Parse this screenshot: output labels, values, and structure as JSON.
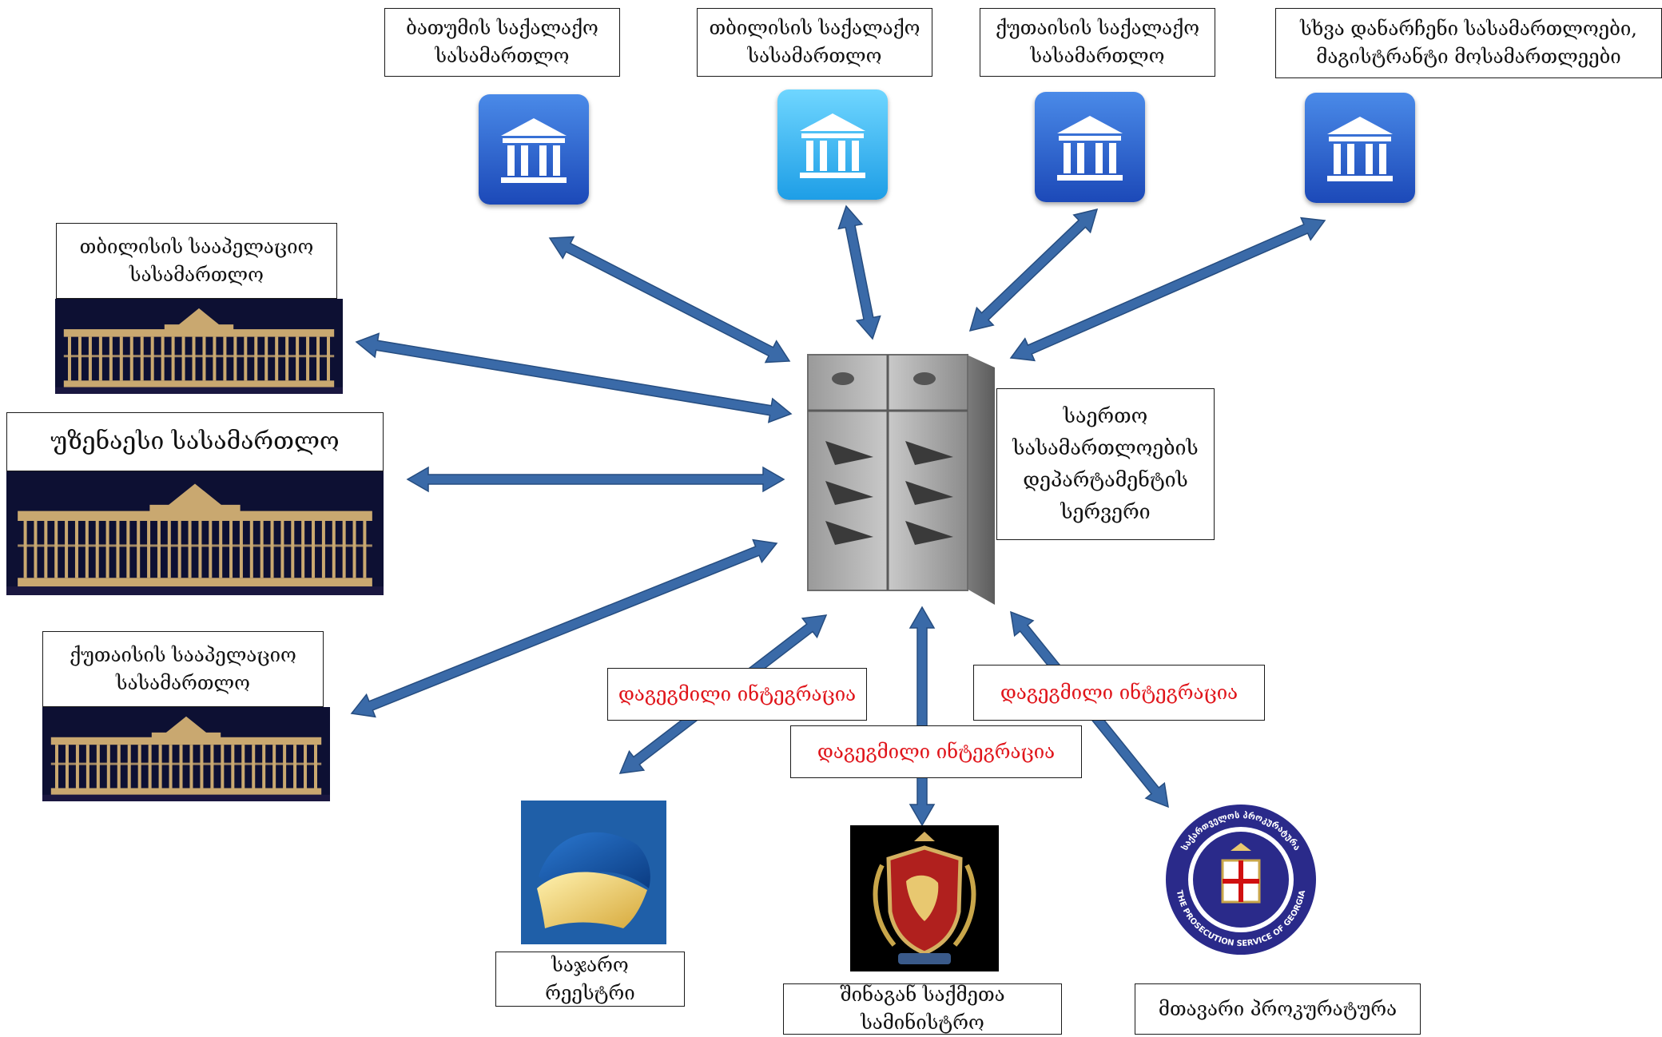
{
  "nodes": {
    "batumi_city_court": "ბათუმის საქალაქო სასამართლო",
    "tbilisi_city_court": "თბილისის საქალაქო სასამართლო",
    "kutaisi_city_court": "ქუთაისის საქალაქო სასამართლო",
    "other_courts": "სხვა დანარჩენი სასამართლოები, მაგისტრანტი მოსამართლეები",
    "tbilisi_appeal_court": "თბილისის სააპელაციო სასამართლო",
    "supreme_court": "უზენაესი სასამართლო",
    "kutaisi_appeal_court": "ქუთაისის სააპელაციო სასამართლო",
    "server": "საერთო სასამართლოების დეპარტამენტის სერვერი",
    "public_registry": "საჯარო რეესტრი",
    "interior_ministry": "შინაგან საქმეთა სამინისტრო",
    "prosecution": "მთავარი პროკურატურა"
  },
  "planned_integration": [
    "დაგეგმილი ინტეგრაცია",
    "დაგეგმილი ინტეგრაცია",
    "დაგეგმილი ინტეგრაცია"
  ],
  "seal": {
    "ring_text_top": "საქართველოს პროკურატურა",
    "ring_text_bottom": "THE PROSECUTION SERVICE OF GEORGIA"
  },
  "colors": {
    "arrow": "#3a6aa8",
    "planned_text": "#e0151b",
    "icon_blue": "#2a5fd0",
    "icon_light": "#35b8f0"
  }
}
